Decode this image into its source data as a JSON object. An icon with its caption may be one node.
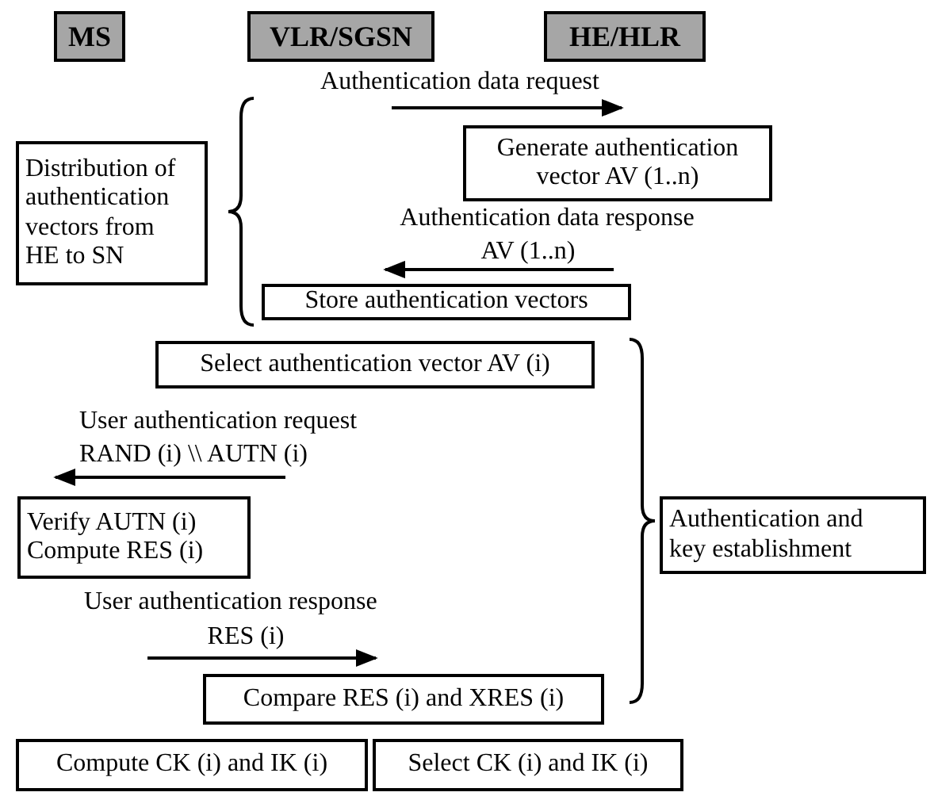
{
  "diagram": {
    "nodes": [
      {
        "text": [
          "MS"
        ]
      },
      {
        "text": [
          "VLR/SGSN"
        ]
      },
      {
        "text": [
          "HE/HLR"
        ]
      },
      {
        "text": [
          "Generate authentication vector AV (1..n)"
        ]
      },
      {
        "text": [
          "Distribution of authentication vectors from HE to SN"
        ]
      },
      {
        "text": [
          "Store authentication vectors"
        ]
      },
      {
        "text": [
          "Select authentication vector AV (i)"
        ]
      },
      {
        "text": [
          "Verify AUTN (i)",
          "Compute RES (i)"
        ]
      },
      {
        "text": [
          "Authentication and key establishment"
        ]
      },
      {
        "text": [
          "Compare RES (i) and XRES (i)"
        ]
      },
      {
        "text": [
          "Compute CK (i) and IK (i)"
        ]
      },
      {
        "text": [
          "Select CK (i) and IK (i)"
        ]
      }
    ],
    "labels": [
      "Authentication data request",
      "Authentication data response",
      "AV (1..n)",
      "User authentication request",
      "RAND (i) \\\\ AUTN (i)",
      "User authentication response",
      "RES (i)"
    ]
  }
}
